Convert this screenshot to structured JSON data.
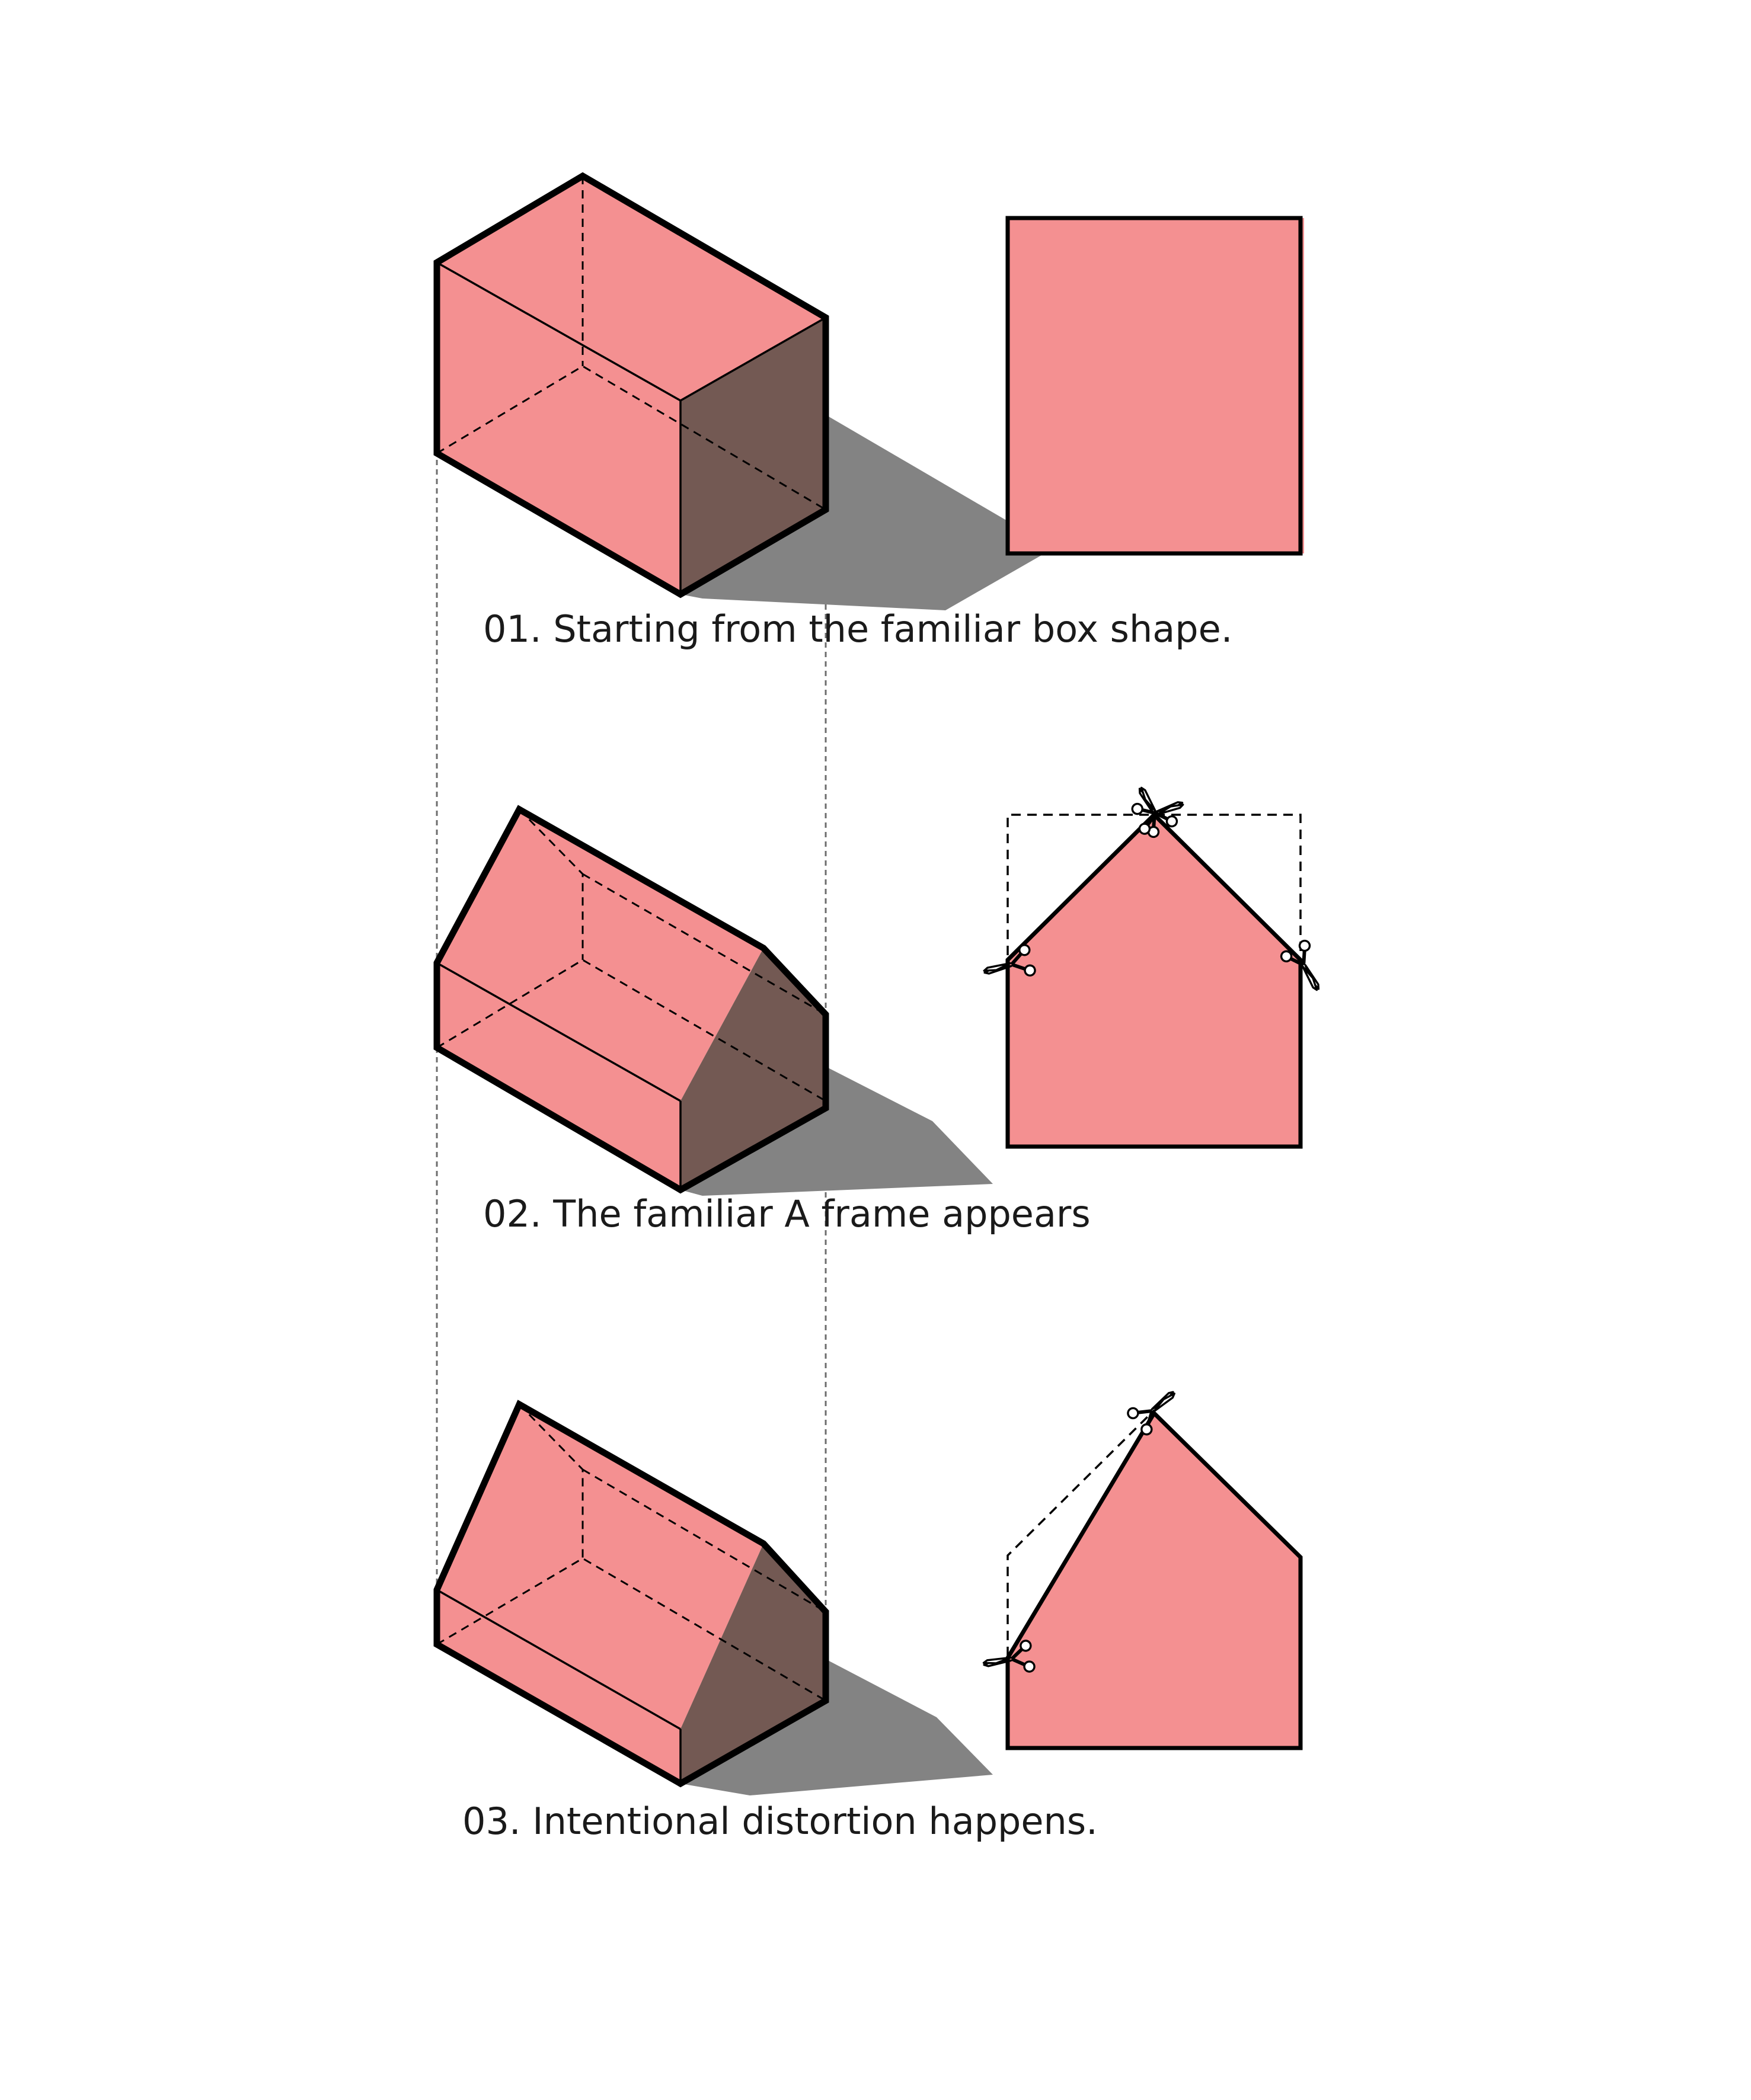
{
  "colors": {
    "mass_light": "#f49091",
    "mass_dark": "#735953",
    "shadow": "#838383",
    "outline": "#000000",
    "caption_text": "#1a1a1a"
  },
  "steps": [
    {
      "number": "01.",
      "caption": "01. Starting from the familiar box shape."
    },
    {
      "number": "02.",
      "caption": "02. The familiar A frame appears"
    },
    {
      "number": "03.",
      "caption": "03. Intentional distortion happens."
    }
  ],
  "icons": [
    "scissors-icon"
  ]
}
